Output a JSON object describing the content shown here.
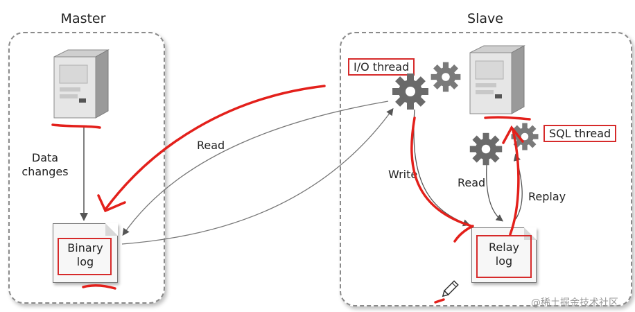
{
  "master": {
    "title": "Master",
    "data_changes": [
      "Data",
      "changes"
    ],
    "binary_log": [
      "Binary",
      "log"
    ]
  },
  "slave": {
    "title": "Slave",
    "io_thread": "I/O thread",
    "sql_thread": "SQL thread",
    "write": "Write",
    "read": "Read",
    "replay": "Replay",
    "relay_log": [
      "Relay",
      "log"
    ]
  },
  "arrow_labels": {
    "read": "Read"
  },
  "watermark": "@稀土掘金技术社区",
  "colors": {
    "annotation": "#d62a2a",
    "arrow": "#555555",
    "panel_border": "#8a8a8a"
  },
  "icons": [
    "server-icon",
    "gear-icon",
    "pencil-icon"
  ]
}
